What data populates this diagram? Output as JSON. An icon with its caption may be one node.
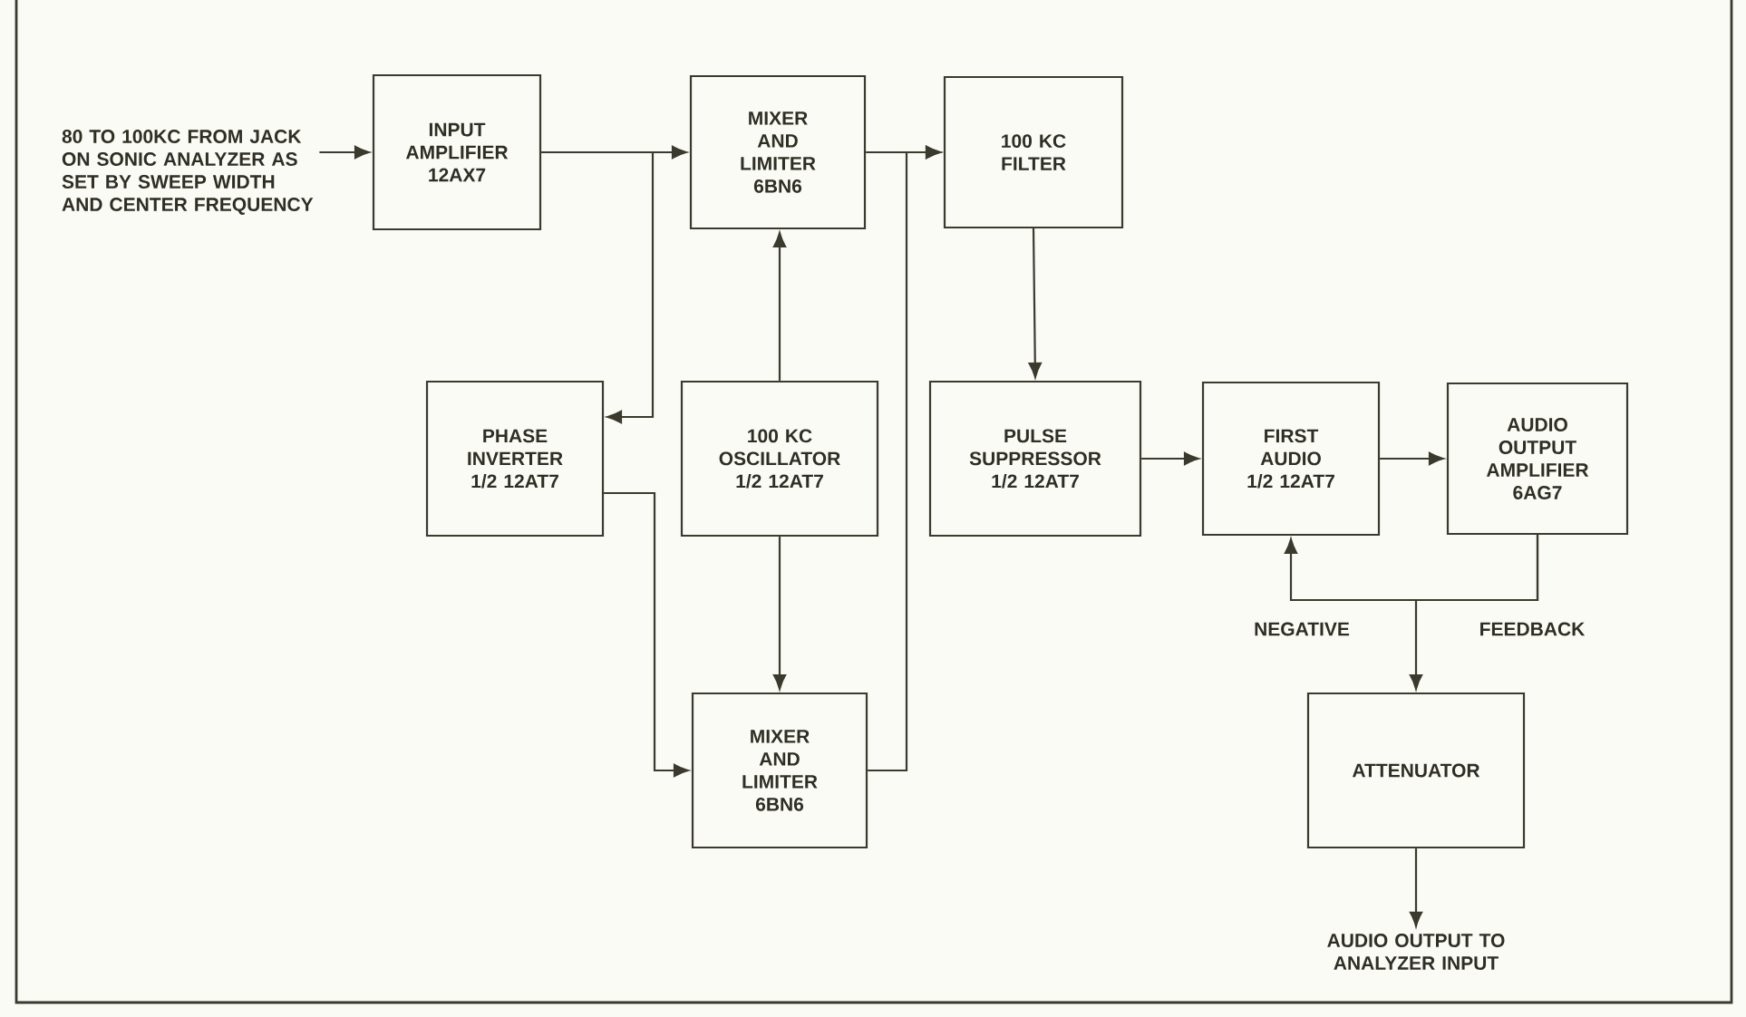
{
  "diagram": {
    "nodes": [
      {
        "text": [
          "80 TO 100KC FROM JACK ON SONIC ANALYZER AS SET BY SWEEP WIDTH AND CENTER FREQUENCY"
        ]
      },
      {
        "text": [
          "INPUT AMPLIFIER 12AX7"
        ]
      },
      {
        "text": [
          "MIXER AND LIMITER 6BN6"
        ]
      },
      {
        "text": [
          "100 KC FILTER"
        ]
      },
      {
        "text": [
          "PHASE INVERTER 1/2 12AT7"
        ]
      },
      {
        "text": [
          "100 KC OSCILLATOR 1/2 12AT7"
        ]
      },
      {
        "text": [
          "PULSE SUPPRESSOR 1/2 12AT7"
        ]
      },
      {
        "text": [
          "FIRST AUDIO 1/2 12AT7"
        ]
      },
      {
        "text": [
          "AUDIO OUTPUT AMPLIFIER 6AG7"
        ]
      },
      {
        "text": [
          "MIXER AND LIMITER 6BN6"
        ]
      },
      {
        "text": [
          "ATTENUATOR"
        ]
      },
      {
        "text": [
          "AUDIO OUTPUT TO ANALYZER INPUT"
        ]
      }
    ],
    "edges": [
      {
        "from": 0,
        "to": 1,
        "arrow": "to"
      },
      {
        "from": 1,
        "to": 2,
        "arrow": "to"
      },
      {
        "from": 1,
        "to": 4,
        "arrow": "to"
      },
      {
        "from": 5,
        "to": 2,
        "arrow": "to"
      },
      {
        "from": 2,
        "to": 3,
        "arrow": "to"
      },
      {
        "from": 9,
        "to": 3,
        "arrow": "to"
      },
      {
        "from": 4,
        "to": 9,
        "arrow": "to"
      },
      {
        "from": 5,
        "to": 9,
        "arrow": "to"
      },
      {
        "from": 3,
        "to": 6,
        "arrow": "to"
      },
      {
        "from": 6,
        "to": 7,
        "arrow": "to"
      },
      {
        "from": 7,
        "to": 8,
        "arrow": "to"
      },
      {
        "from": 8,
        "to": 7,
        "arrow": "to"
      },
      {
        "from": 8,
        "to": 10,
        "arrow": "to"
      },
      {
        "from": 10,
        "to": 11,
        "arrow": "to"
      }
    ],
    "labels": [
      "NEGATIVE",
      "FEEDBACK"
    ]
  }
}
